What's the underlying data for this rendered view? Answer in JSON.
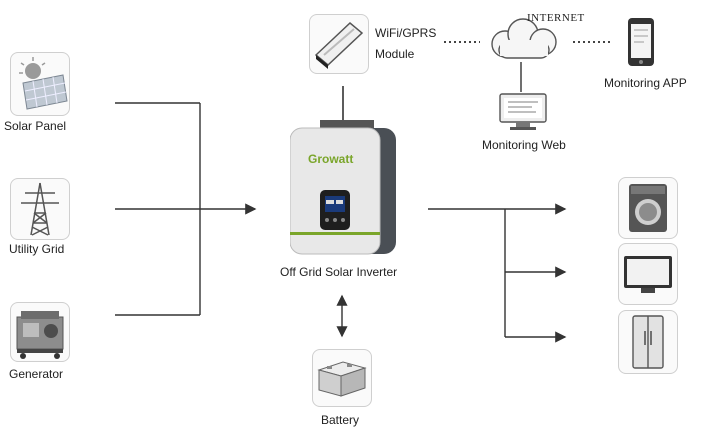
{
  "sources": {
    "solar": {
      "label": "Solar Panel",
      "icon": "solar-panel-icon"
    },
    "grid": {
      "label": "Utility Grid",
      "icon": "utility-tower-icon"
    },
    "generator": {
      "label": "Generator",
      "icon": "generator-icon"
    }
  },
  "inverter": {
    "label": "Off Grid Solar Inverter",
    "brand": "Growatt",
    "icon": "inverter-icon"
  },
  "battery": {
    "label": "Battery",
    "icon": "battery-icon"
  },
  "module": {
    "label_line1": "WiFi/GPRS",
    "label_line2": "Module",
    "icon": "wifi-module-icon"
  },
  "internet": {
    "label": "INTERNET",
    "icon": "cloud-icon"
  },
  "web": {
    "label": "Monitoring Web",
    "icon": "monitor-icon"
  },
  "app": {
    "label": "Monitoring APP",
    "icon": "smartphone-icon"
  },
  "loads": [
    {
      "icon": "washing-machine-icon"
    },
    {
      "icon": "television-icon"
    },
    {
      "icon": "refrigerator-icon"
    }
  ],
  "colors": {
    "line": "#333333",
    "brand_green": "#7aa52a",
    "inverter_body": "#e8e8e8"
  }
}
